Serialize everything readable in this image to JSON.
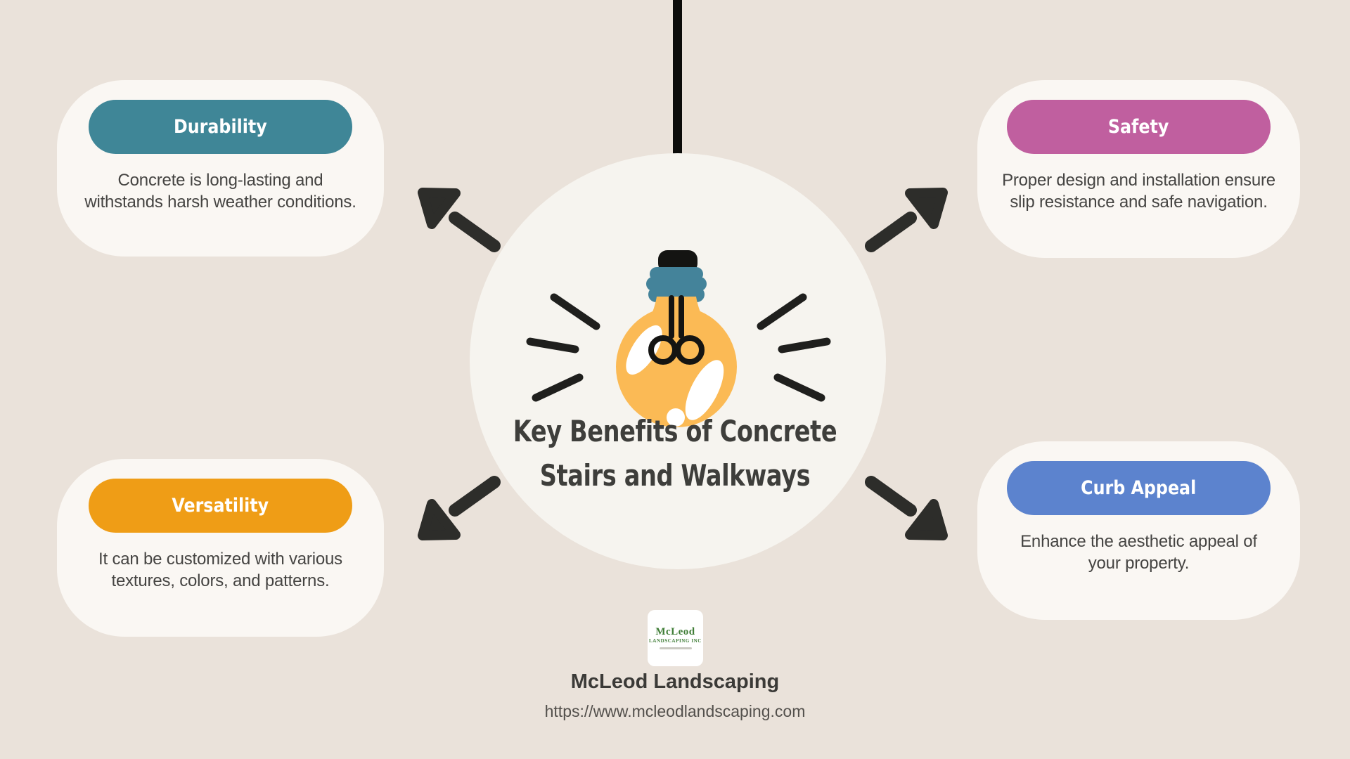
{
  "title": {
    "line1": "Key Benefits of Concrete",
    "line2": "Stairs and Walkways"
  },
  "cards": [
    {
      "label": "Durability",
      "color": "#3F8697",
      "lines": [
        "Concrete is long-lasting and",
        "withstands harsh weather conditions."
      ],
      "position": "top-left"
    },
    {
      "label": "Safety",
      "color": "#C05F9F",
      "lines": [
        "Proper design and installation ensure",
        "slip resistance and safe navigation."
      ],
      "position": "top-right"
    },
    {
      "label": "Versatility",
      "color": "#EF9D16",
      "lines": [
        "It can be customized with various",
        "textures, colors, and patterns."
      ],
      "position": "bottom-left"
    },
    {
      "label": "Curb Appeal",
      "color": "#5C83CE",
      "lines": [
        "Enhance the aesthetic appeal of",
        "your property."
      ],
      "position": "bottom-right"
    }
  ],
  "footer": {
    "logo_word": "McLeod",
    "logo_sub": "LANDSCAPING INC",
    "company": "McLeod Landscaping",
    "url": "https://www.mcleodlandscaping.com"
  },
  "colors": {
    "background": "#EAE2DA",
    "card_background": "#FAF7F3",
    "circle_background": "#F6F4EF",
    "bulb_amber": "#FBBA55",
    "socket_teal": "#44839A",
    "ink_black": "#1F1F1D",
    "arrow_charcoal": "#2D2D2A",
    "body_text": "#454442",
    "logo_green": "#3F7D36"
  }
}
